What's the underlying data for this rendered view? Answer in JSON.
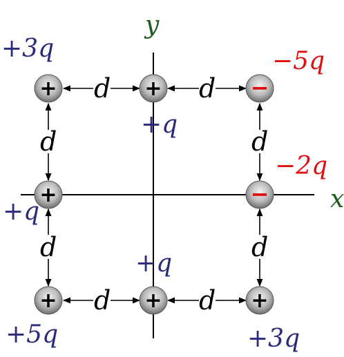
{
  "axes": {
    "x_label": "x",
    "y_label": "y",
    "label_color": "#1f5a1f"
  },
  "distance_label": "d",
  "colors": {
    "positive_label": "#2a2a7a",
    "negative_label": "#e01010",
    "positive_sign": "#000000",
    "negative_sign": "#e01010",
    "ball_dark": "#6e6e6e",
    "ball_light": "#f2f2f2"
  },
  "charges": [
    {
      "id": "top-left",
      "sign": "+",
      "label": "+3q",
      "polarity": "positive"
    },
    {
      "id": "top-center",
      "sign": "+",
      "label": "+q",
      "polarity": "positive"
    },
    {
      "id": "top-right",
      "sign": "−",
      "label": "−5q",
      "polarity": "negative"
    },
    {
      "id": "mid-left",
      "sign": "+",
      "label": "+q",
      "polarity": "positive"
    },
    {
      "id": "mid-right",
      "sign": "−",
      "label": "−2q",
      "polarity": "negative"
    },
    {
      "id": "bottom-left",
      "sign": "+",
      "label": "+5q",
      "polarity": "positive"
    },
    {
      "id": "bottom-center",
      "sign": "+",
      "label": "+q",
      "polarity": "positive"
    },
    {
      "id": "bottom-right",
      "sign": "+",
      "label": "+3q",
      "polarity": "positive"
    }
  ]
}
